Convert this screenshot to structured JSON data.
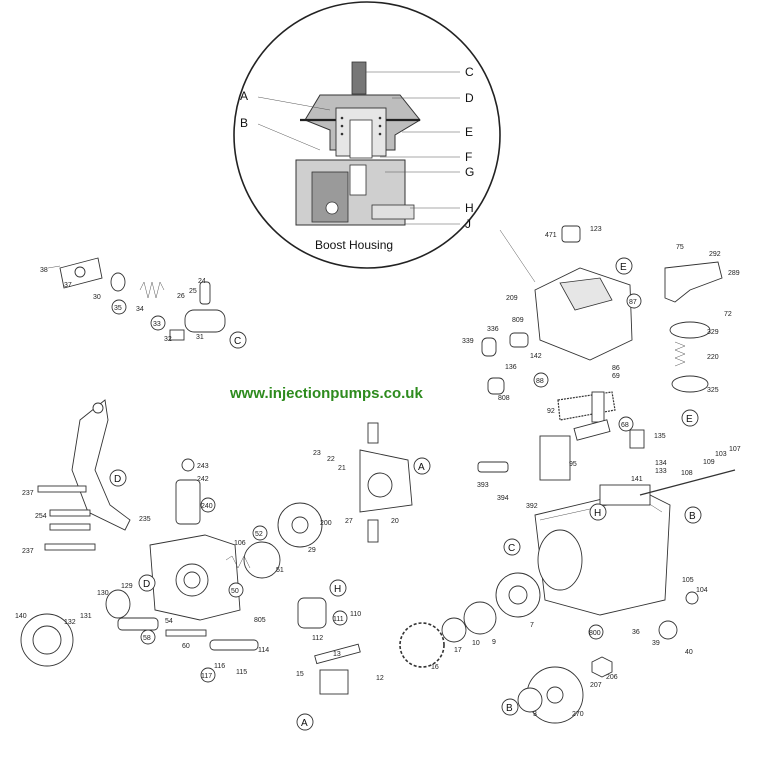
{
  "website": "www.injectionpumps.co.uk",
  "inset": {
    "title": "Boost Housing",
    "left_letters": [
      "A",
      "B"
    ],
    "right_letters": [
      "C",
      "D",
      "E",
      "F",
      "G",
      "H",
      "J"
    ]
  },
  "callout_letters": [
    "A",
    "B",
    "C",
    "D",
    "E",
    "H",
    "A",
    "B",
    "C",
    "D",
    "E",
    "H"
  ],
  "circled_numbers": [
    "35",
    "33",
    "240",
    "52",
    "50",
    "58",
    "111",
    "117",
    "88",
    "68",
    "87",
    "800"
  ],
  "part_numbers": [
    "38",
    "37",
    "30",
    "34",
    "24",
    "25",
    "26",
    "32",
    "31",
    "471",
    "123",
    "209",
    "336",
    "809",
    "339",
    "142",
    "136",
    "808",
    "86",
    "69",
    "92",
    "75",
    "292",
    "289",
    "72",
    "329",
    "220",
    "325",
    "135",
    "134",
    "133",
    "141",
    "393",
    "394",
    "392",
    "95",
    "107",
    "103",
    "109",
    "108",
    "105",
    "104",
    "36",
    "39",
    "40",
    "243",
    "242",
    "237",
    "254",
    "237",
    "235",
    "23",
    "22",
    "21",
    "27",
    "20",
    "29",
    "200",
    "106",
    "51",
    "130",
    "129",
    "131",
    "132",
    "140",
    "60",
    "54",
    "805",
    "112",
    "110",
    "114",
    "116",
    "115",
    "13",
    "15",
    "12",
    "16",
    "17",
    "10",
    "9",
    "7",
    "3",
    "207",
    "206",
    "270"
  ]
}
